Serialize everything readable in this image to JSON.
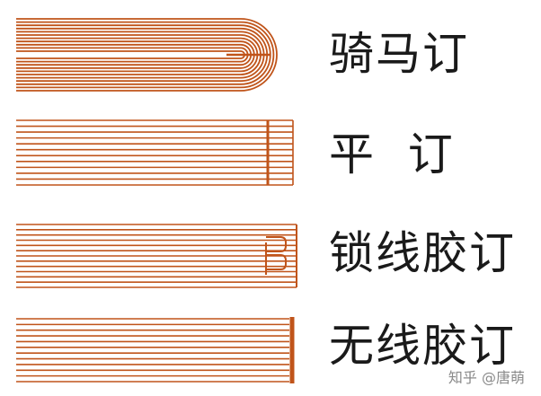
{
  "colors": {
    "stroke": "#c0541a",
    "text": "#1a1a1a",
    "watermark": "#8a8a8a"
  },
  "items": [
    {
      "label": "骑马订",
      "binding": "saddle-stitch"
    },
    {
      "label": "平  订",
      "binding": "side-stitch"
    },
    {
      "label": "锁线胶订",
      "binding": "sewn-perfect-binding"
    },
    {
      "label": "无线胶订",
      "binding": "perfect-binding"
    }
  ],
  "watermark": "知乎 @唐萌"
}
